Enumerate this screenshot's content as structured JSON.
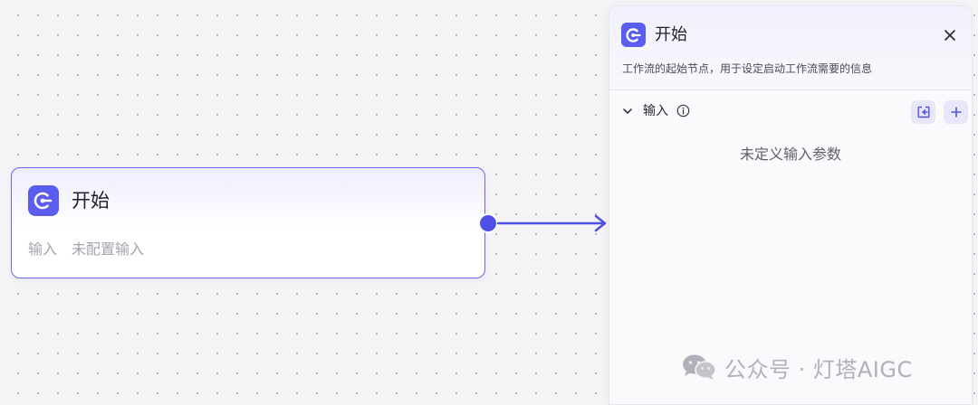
{
  "node": {
    "icon": "start-node-icon",
    "title": "开始",
    "input_label": "输入",
    "input_value": "未配置输入"
  },
  "panel": {
    "icon": "start-node-icon",
    "title": "开始",
    "description": "工作流的起始节点，用于设定启动工作流需要的信息",
    "section_label": "输入",
    "empty_text": "未定义输入参数"
  },
  "colors": {
    "accent": "#5b5cf0",
    "node_border": "#6b67e8",
    "edge": "#4f50e6",
    "canvas_bg": "#f4f4f6"
  },
  "watermark": {
    "text": "公众号 · 灯塔AIGC"
  }
}
